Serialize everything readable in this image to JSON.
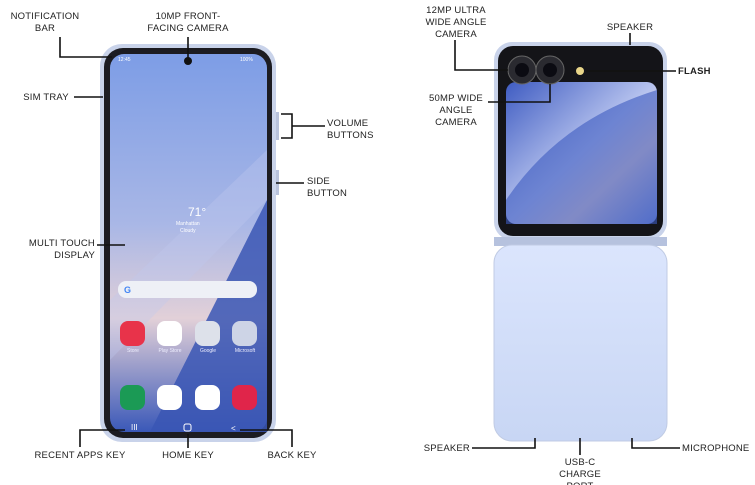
{
  "labels": {
    "notification_bar": "NOTIFICATION BAR",
    "front_camera": "10MP FRONT-FACING CAMERA",
    "sim_tray": "SIM TRAY",
    "volume_buttons": "VOLUME BUTTONS",
    "side_button": "SIDE BUTTON",
    "multi_touch_display": "MULTI TOUCH DISPLAY",
    "recent_apps_key": "RECENT APPS KEY",
    "home_key": "HOME KEY",
    "back_key": "BACK KEY",
    "ultra_wide_camera": "12MP ULTRA WIDE ANGLE CAMERA",
    "wide_camera": "50MP WIDE ANGLE CAMERA",
    "speaker_top": "SPEAKER",
    "flash": "FLASH",
    "speaker_bottom": "SPEAKER",
    "usb_c": "USB-C CHARGE PORT",
    "microphone": "MICROPHONE"
  },
  "screen": {
    "time": "12:45",
    "status": "100%",
    "temperature": "71°",
    "location": "Manhattan",
    "condition": "Cloudy",
    "apps": [
      "Store",
      "Play Store",
      "Google",
      "Microsoft"
    ]
  },
  "colors": {
    "frame": "#c9d3ea",
    "wallpaper_top": "#7f9fe6",
    "wallpaper_dark": "#2f4fb0",
    "back_panel": "#d6e1fb"
  }
}
